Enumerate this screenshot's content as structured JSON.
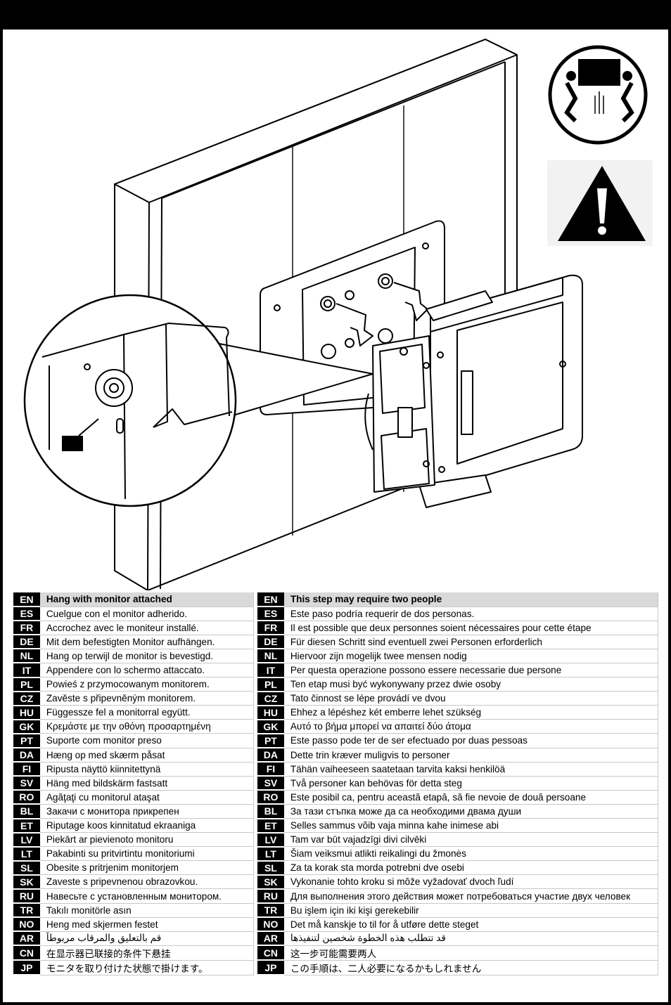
{
  "callout_label": "",
  "left_table": {
    "rows": [
      {
        "code": "EN",
        "text": "Hang with monitor attached"
      },
      {
        "code": "ES",
        "text": "Cuelgue con el monitor adherido."
      },
      {
        "code": "FR",
        "text": "Accrochez avec le moniteur installé."
      },
      {
        "code": "DE",
        "text": "Mit dem befestigten Monitor aufhängen."
      },
      {
        "code": "NL",
        "text": "Hang op terwijl de monitor is bevestigd."
      },
      {
        "code": "IT",
        "text": "Appendere con lo schermo attaccato."
      },
      {
        "code": "PL",
        "text": "Powieś z przymocowanym monitorem."
      },
      {
        "code": "CZ",
        "text": "Zavěste s připevněným monitorem."
      },
      {
        "code": "HU",
        "text": "Függessze fel a monitorral együtt."
      },
      {
        "code": "GK",
        "text": "Κρεμάστε με την οθόνη προσαρτημένη"
      },
      {
        "code": "PT",
        "text": "Suporte com monitor preso"
      },
      {
        "code": "DA",
        "text": "Hæng op med skærm påsat"
      },
      {
        "code": "FI",
        "text": "Ripusta näyttö kiinnitettynä"
      },
      {
        "code": "SV",
        "text": "Häng med bildskärm fastsatt"
      },
      {
        "code": "RO",
        "text": "Agăţaţi cu monitorul ataşat"
      },
      {
        "code": "BL",
        "text": "Закачи с монитора прикрепен"
      },
      {
        "code": "ET",
        "text": "Riputage koos kinnitatud ekraaniga"
      },
      {
        "code": "LV",
        "text": "Piekārt ar pievienoto monitoru"
      },
      {
        "code": "LT",
        "text": "Pakabinti su pritvirtintu monitoriumi"
      },
      {
        "code": "SL",
        "text": "Obesite s pritrjenim monitorjem"
      },
      {
        "code": "SK",
        "text": "Zaveste s pripevnenou obrazovkou."
      },
      {
        "code": "RU",
        "text": "Навесьте с установленным монитором."
      },
      {
        "code": "TR",
        "text": "Takılı monitörle asın"
      },
      {
        "code": "NO",
        "text": "Heng med skjermen festet"
      },
      {
        "code": "AR",
        "text": "قم بالتعليق والمرقاب مربوطاً"
      },
      {
        "code": "CN",
        "text": "在显示器已联接的条件下悬挂"
      },
      {
        "code": "JP",
        "text": "モニタを取り付けた状態で掛けます。"
      }
    ]
  },
  "right_table": {
    "rows": [
      {
        "code": "EN",
        "text": "This step may require two people"
      },
      {
        "code": "ES",
        "text": "Este paso podría requerir de dos personas."
      },
      {
        "code": "FR",
        "text": "Il est possible que deux personnes soient nécessaires pour cette étape"
      },
      {
        "code": "DE",
        "text": "Für diesen Schritt sind eventuell zwei Personen erforderlich"
      },
      {
        "code": "NL",
        "text": "Hiervoor zijn mogelijk twee mensen nodig"
      },
      {
        "code": "IT",
        "text": "Per questa operazione possono essere necessarie due persone"
      },
      {
        "code": "PL",
        "text": "Ten etap musi być wykonywany przez dwie osoby"
      },
      {
        "code": "CZ",
        "text": "Tato činnost se lépe provádí ve dvou"
      },
      {
        "code": "HU",
        "text": "Ehhez a lépéshez két emberre lehet szükség"
      },
      {
        "code": "GK",
        "text": "Αυτό το βήμα μπορεί να απαιτεί δύο άτομα"
      },
      {
        "code": "PT",
        "text": "Este passo pode ter de ser efectuado por duas pessoas"
      },
      {
        "code": "DA",
        "text": "Dette trin kræver muligvis to personer"
      },
      {
        "code": "FI",
        "text": "Tähän vaiheeseen saatetaan tarvita kaksi henkilöä"
      },
      {
        "code": "SV",
        "text": "Två personer kan behövas för detta steg"
      },
      {
        "code": "RO",
        "text": "Este posibil ca, pentru această etapă, să fie nevoie de două persoane"
      },
      {
        "code": "BL",
        "text": "За тази стъпка може да са необходими двама души"
      },
      {
        "code": "ET",
        "text": "Selles sammus võib vaja minna kahe inimese abi"
      },
      {
        "code": "LV",
        "text": "Tam var būt vajadzīgi divi cilvēki"
      },
      {
        "code": "LT",
        "text": "Šiam veiksmui atlikti reikalingi du žmonės"
      },
      {
        "code": "SL",
        "text": "Za ta korak sta morda potrebni dve osebi"
      },
      {
        "code": "SK",
        "text": "Vykonanie tohto kroku si môže vyžadovať dvoch ľudí"
      },
      {
        "code": "RU",
        "text": "Для выполнения этого действия может потребоваться участие двух человек"
      },
      {
        "code": "TR",
        "text": "Bu işlem için iki kişi gerekebilir"
      },
      {
        "code": "NO",
        "text": "Det må kanskje to til for å utføre dette steget"
      },
      {
        "code": "AR",
        "text": "قد تتطلب هذه الخطوة شخصين لتنفيذها"
      },
      {
        "code": "CN",
        "text": "这一步可能需要两人"
      },
      {
        "code": "JP",
        "text": "この手順は、二人必要になるかもしれません"
      }
    ]
  }
}
